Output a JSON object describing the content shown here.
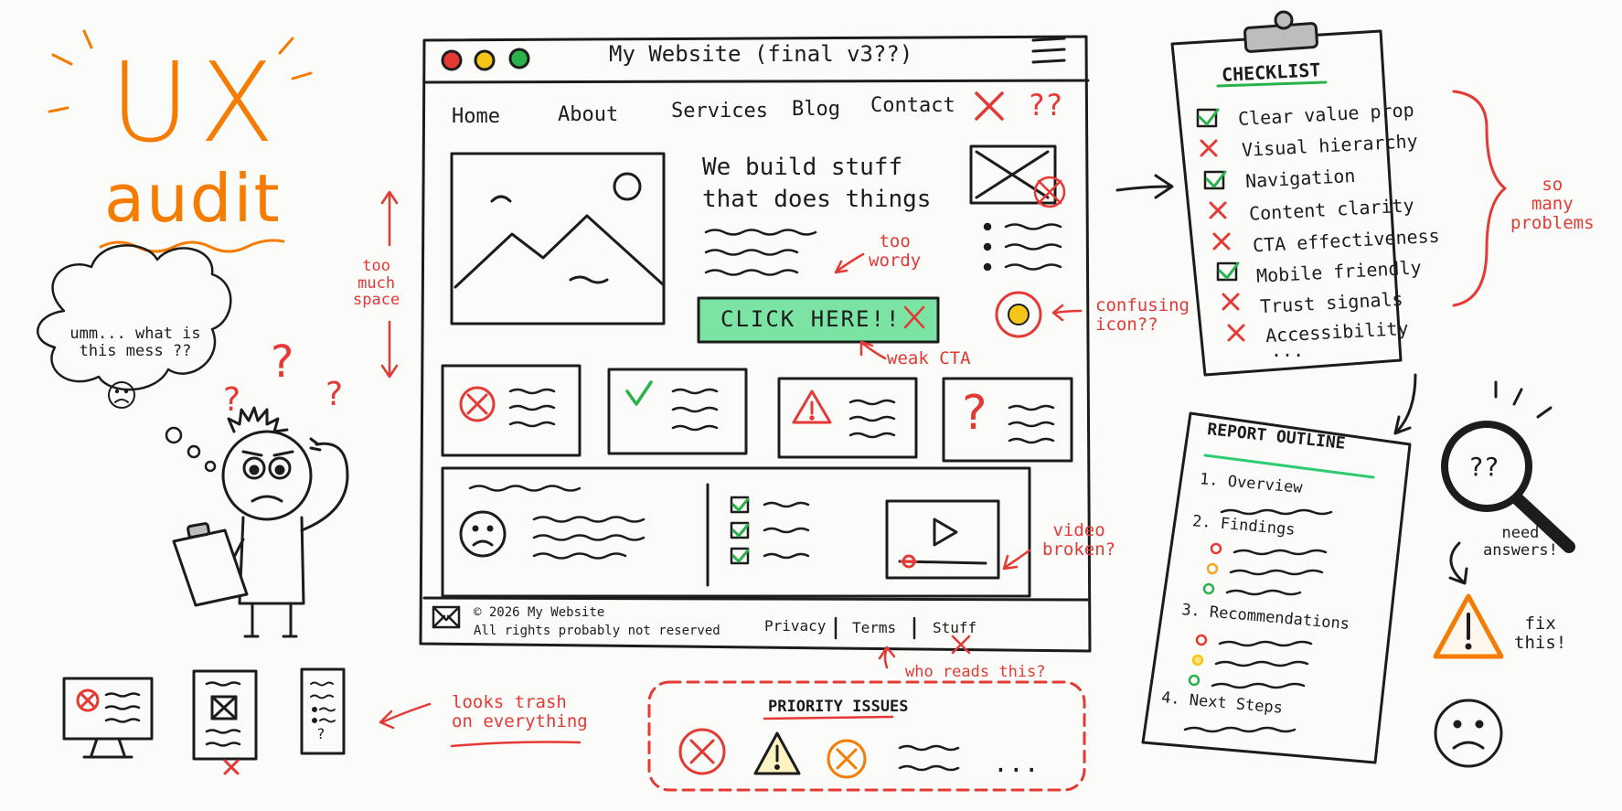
{
  "colors": {
    "ink": "#1c1c1c",
    "accent_red": "#e53935",
    "accent_orange": "#f57c00",
    "cta_green": "#7be3a4",
    "underline_green": "#2ecc71",
    "traffic_red": "#e53935",
    "traffic_yellow": "#f5c518",
    "traffic_green": "#2ab24a",
    "clipboard_gray": "#bdbdbd"
  },
  "title": {
    "line1": "UX",
    "line2": "audit"
  },
  "thought": {
    "text_line1": "umm... what is",
    "text_line2": "this mess ??"
  },
  "annotations": {
    "too_much_space": [
      "too",
      "much",
      "space"
    ],
    "too_wordy": [
      "too",
      "wordy"
    ],
    "weak_cta": "weak CTA",
    "confusing_icon": [
      "confusing",
      "icon??"
    ],
    "video_broken": [
      "video",
      "broken?"
    ],
    "who_reads": "who reads this?",
    "looks_trash": [
      "looks trash",
      "on everything"
    ],
    "so_many_problems": [
      "so",
      "many",
      "problems"
    ],
    "need_answers": [
      "need",
      "answers!"
    ],
    "fix_this": [
      "fix",
      "this!"
    ],
    "nav_question": "??"
  },
  "browser": {
    "title": "My Website (final v3??)",
    "nav": [
      "Home",
      "About",
      "Services",
      "Blog",
      "Contact"
    ],
    "hero_heading_line1": "We build stuff",
    "hero_heading_line2": "that does things",
    "cta_label": "CLICK HERE!!",
    "footer_copyright": "© 2026 My Website",
    "footer_rights": "All rights probably not reserved",
    "footer_links": [
      "Privacy",
      "Terms",
      "Stuff"
    ]
  },
  "checklist": {
    "title": "CHECKLIST",
    "items": [
      {
        "label": "Clear value prop",
        "status": "check"
      },
      {
        "label": "Visual hierarchy",
        "status": "cross"
      },
      {
        "label": "Navigation",
        "status": "check"
      },
      {
        "label": "Content clarity",
        "status": "cross"
      },
      {
        "label": "CTA effectiveness",
        "status": "cross"
      },
      {
        "label": "Mobile friendly",
        "status": "check"
      },
      {
        "label": "Trust signals",
        "status": "cross"
      },
      {
        "label": "Accessibility",
        "status": "cross"
      }
    ],
    "ellipsis": "..."
  },
  "report": {
    "title": "REPORT OUTLINE",
    "sections": [
      "1. Overview",
      "2. Findings",
      "3. Recommendations",
      "4. Next Steps"
    ]
  },
  "priority": {
    "title": "PRIORITY ISSUES",
    "ellipsis": "..."
  },
  "magnifier": {
    "text": "??"
  },
  "icons": [
    "question-mark-icon",
    "sad-face-icon",
    "warning-icon",
    "cross-icon",
    "check-icon",
    "play-icon",
    "envelope-icon",
    "image-placeholder-icon",
    "hamburger-icon",
    "magnifier-icon"
  ]
}
